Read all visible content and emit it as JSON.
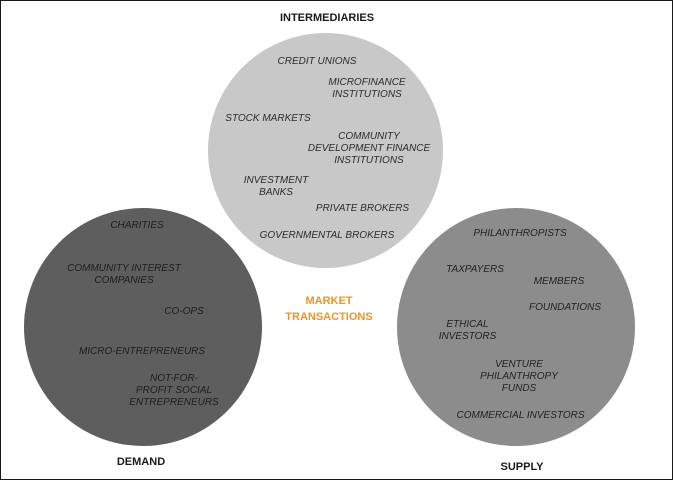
{
  "headings": {
    "intermediaries": "INTERMEDIARIES",
    "demand": "DEMAND",
    "supply": "SUPPLY"
  },
  "center_label": "MARKET\nTRANSACTIONS",
  "intermediaries": [
    "CREDIT UNIONS",
    "MICROFINANCE\nINSTITUTIONS",
    "STOCK MARKETS",
    "COMMUNITY\nDEVELOPMENT FINANCE\nINSTITUTIONS",
    "INVESTMENT\nBANKS",
    "PRIVATE BROKERS",
    "GOVERNMENTAL BROKERS"
  ],
  "demand": [
    "CHARITIES",
    "COMMUNITY INTEREST\nCOMPANIES",
    "CO-OPS",
    "MICRO-ENTREPRENEURS",
    "NOT-FOR-\nPROFIT SOCIAL\nENTREPRENEURS"
  ],
  "supply": [
    "PHILANTHROPISTS",
    "TAXPAYERS",
    "MEMBERS",
    "FOUNDATIONS",
    "ETHICAL\nINVESTORS",
    "VENTURE\nPHILANTHROPY\nFUNDS",
    "COMMERCIAL INVESTORS"
  ],
  "colors": {
    "intermediaries_circle": "#c8c8c8",
    "demand_circle": "#5e5e5e",
    "supply_circle": "#8c8c8c",
    "center_label": "#e8962b"
  }
}
